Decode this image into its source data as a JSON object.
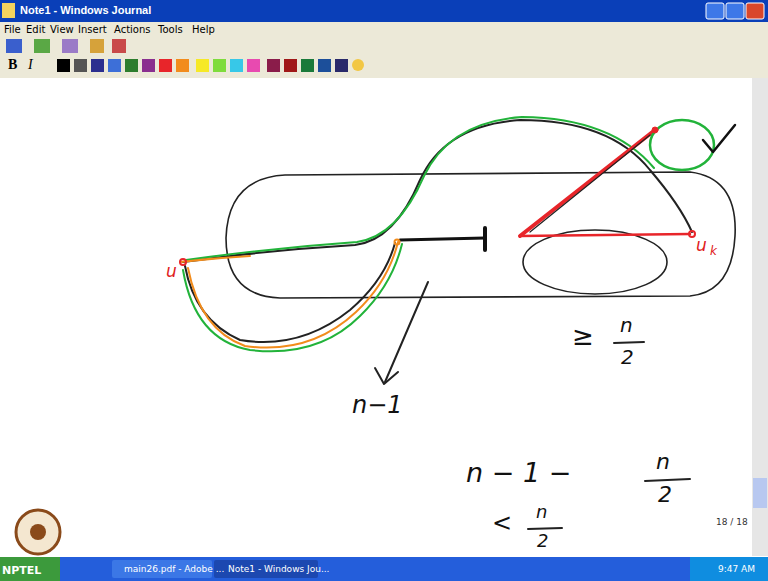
{
  "diagram": {
    "title": "Note1 - Windows Journal",
    "labels": [
      "File",
      "Edit",
      "View",
      "Insert",
      "Actions",
      "Tools",
      "Help",
      "B",
      "I",
      "u",
      "u",
      "k",
      "n−1",
      "≥",
      "n",
      "2",
      "n − 1 −",
      "n",
      "2",
      "<",
      "n",
      "2",
      "18 / 18",
      "NPTEL",
      "main26.pdf - Adobe ...",
      "Note1 - Windows Jou...",
      "9:47 AM"
    ]
  }
}
